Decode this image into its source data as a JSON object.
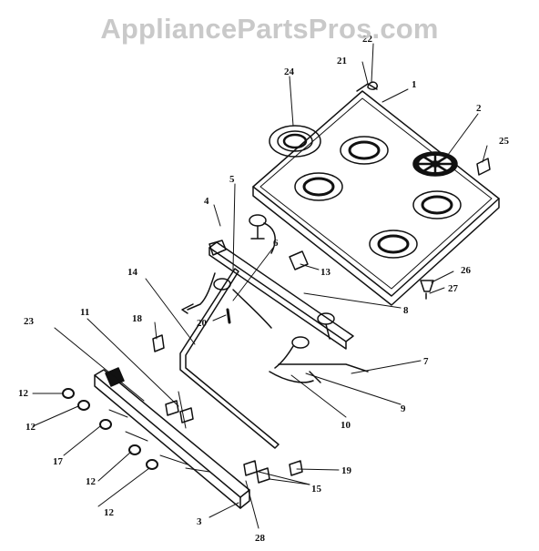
{
  "watermark": "AppliancePartsPros.com",
  "callouts": [
    "1",
    "2",
    "3",
    "4",
    "5",
    "6",
    "7",
    "8",
    "9",
    "10",
    "11",
    "12",
    "12",
    "12",
    "12",
    "13",
    "14",
    "15",
    "17",
    "18",
    "19",
    "20",
    "21",
    "22",
    "23",
    "24",
    "25",
    "26",
    "27",
    "28"
  ]
}
